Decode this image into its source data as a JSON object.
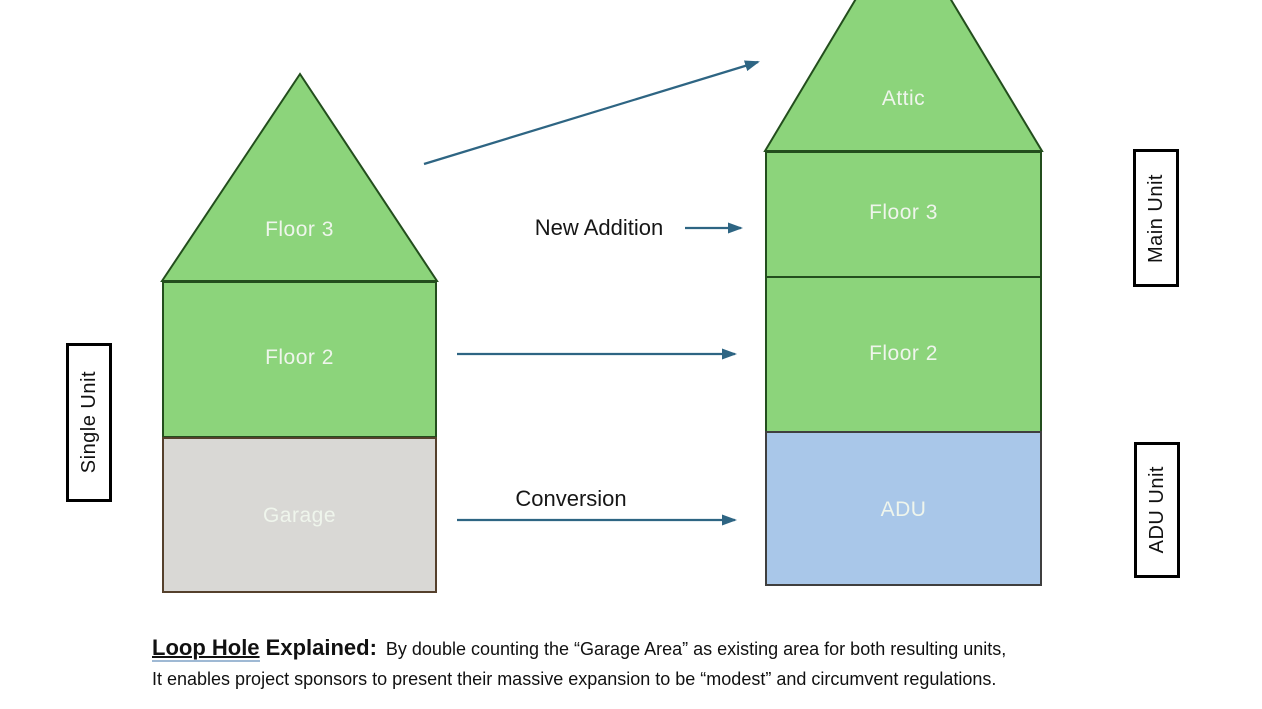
{
  "diagram": {
    "left_house": {
      "unit_label": "Single Unit",
      "roof_label": "Floor 3",
      "floor2_label": "Floor 2",
      "garage_label": "Garage"
    },
    "right_house": {
      "main_unit_label": "Main Unit",
      "adu_unit_label": "ADU Unit",
      "attic_label": "Attic",
      "floor3_label": "Floor 3",
      "floor2_label": "Floor 2",
      "adu_label": "ADU"
    },
    "arrow_labels": {
      "new_addition": "New Addition",
      "conversion": "Conversion"
    }
  },
  "caption": {
    "heading_underlined": "Loop Hole",
    "heading_rest": " Explained:",
    "line1": "By double counting the “Garage Area” as existing area for both resulting units,",
    "line2": "It enables project sponsors to present their massive expansion to be “modest” and circumvent regulations."
  },
  "colors": {
    "green_fill": "#8CD47B",
    "green_border": "#234E1D",
    "garage_fill": "#D9D8D5",
    "garage_border": "#55402C",
    "adu_fill": "#A9C7E9",
    "adu_border": "#3F3F3F",
    "arrow": "#2E6583",
    "label_light": "#EFF5EC",
    "box_border": "#000000"
  }
}
